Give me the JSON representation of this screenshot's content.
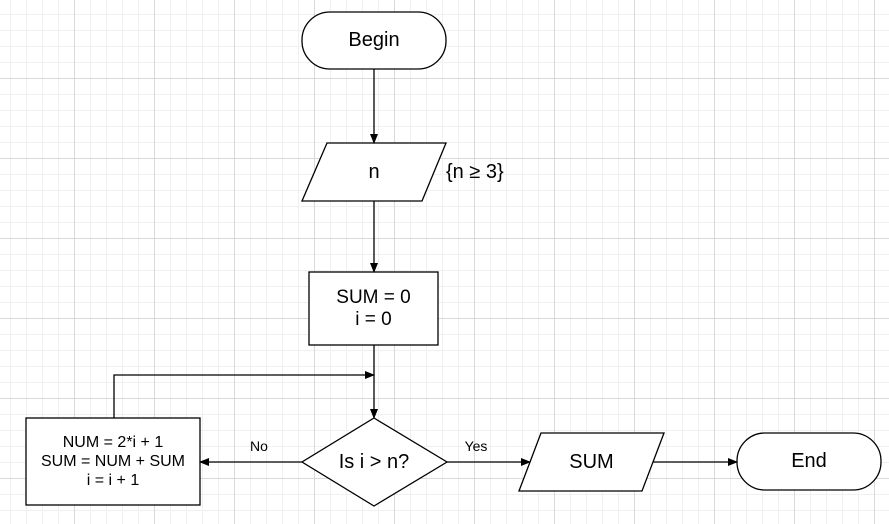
{
  "nodes": {
    "begin": "Begin",
    "input_n": "n",
    "constraint": "{n ≥ 3}",
    "init": "SUM = 0\ni = 0",
    "decision": "Is i > n?",
    "loop_body": "NUM = 2*i + 1\nSUM = NUM + SUM\ni = i + 1",
    "output": "SUM",
    "end": "End"
  },
  "edges": {
    "no_label": "No",
    "yes_label": "Yes"
  }
}
